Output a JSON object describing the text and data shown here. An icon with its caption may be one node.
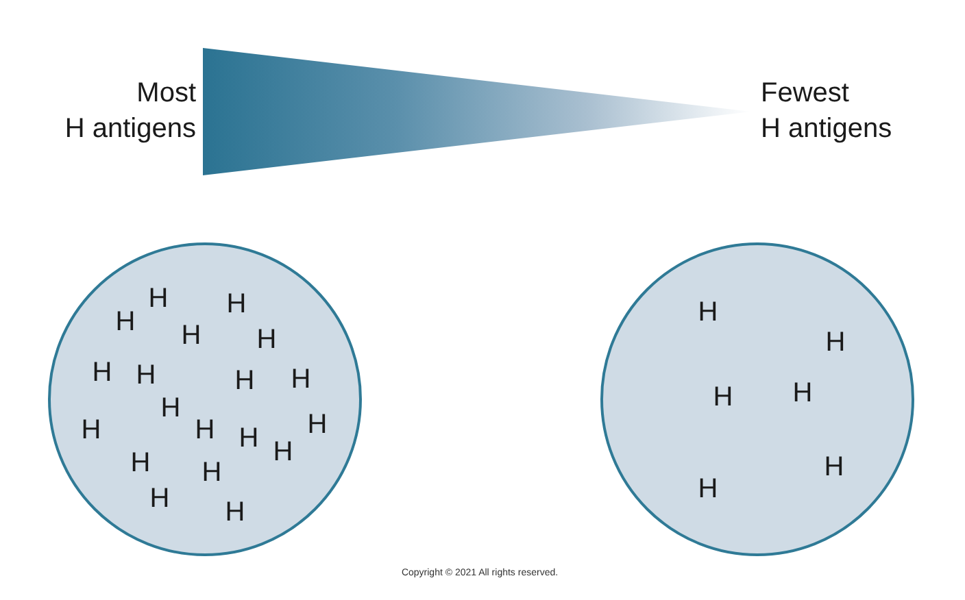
{
  "diagram": {
    "nodes": [
      {
        "text": [],
        "shape": "triangle",
        "beside": [
          "Most H antigens",
          "Fewest H antigens"
        ]
      },
      {
        "text": [
          "H",
          "H",
          "H",
          "H",
          "H",
          "H",
          "H",
          "H",
          "H",
          "H",
          "H",
          "H",
          "H",
          "H",
          "H",
          "H",
          "H",
          "H",
          "H"
        ]
      },
      {
        "text": [
          "H",
          "H",
          "H",
          "H",
          "H",
          "H"
        ]
      }
    ],
    "labels": [
      "Copyright © 2021 All rights reserved."
    ]
  }
}
